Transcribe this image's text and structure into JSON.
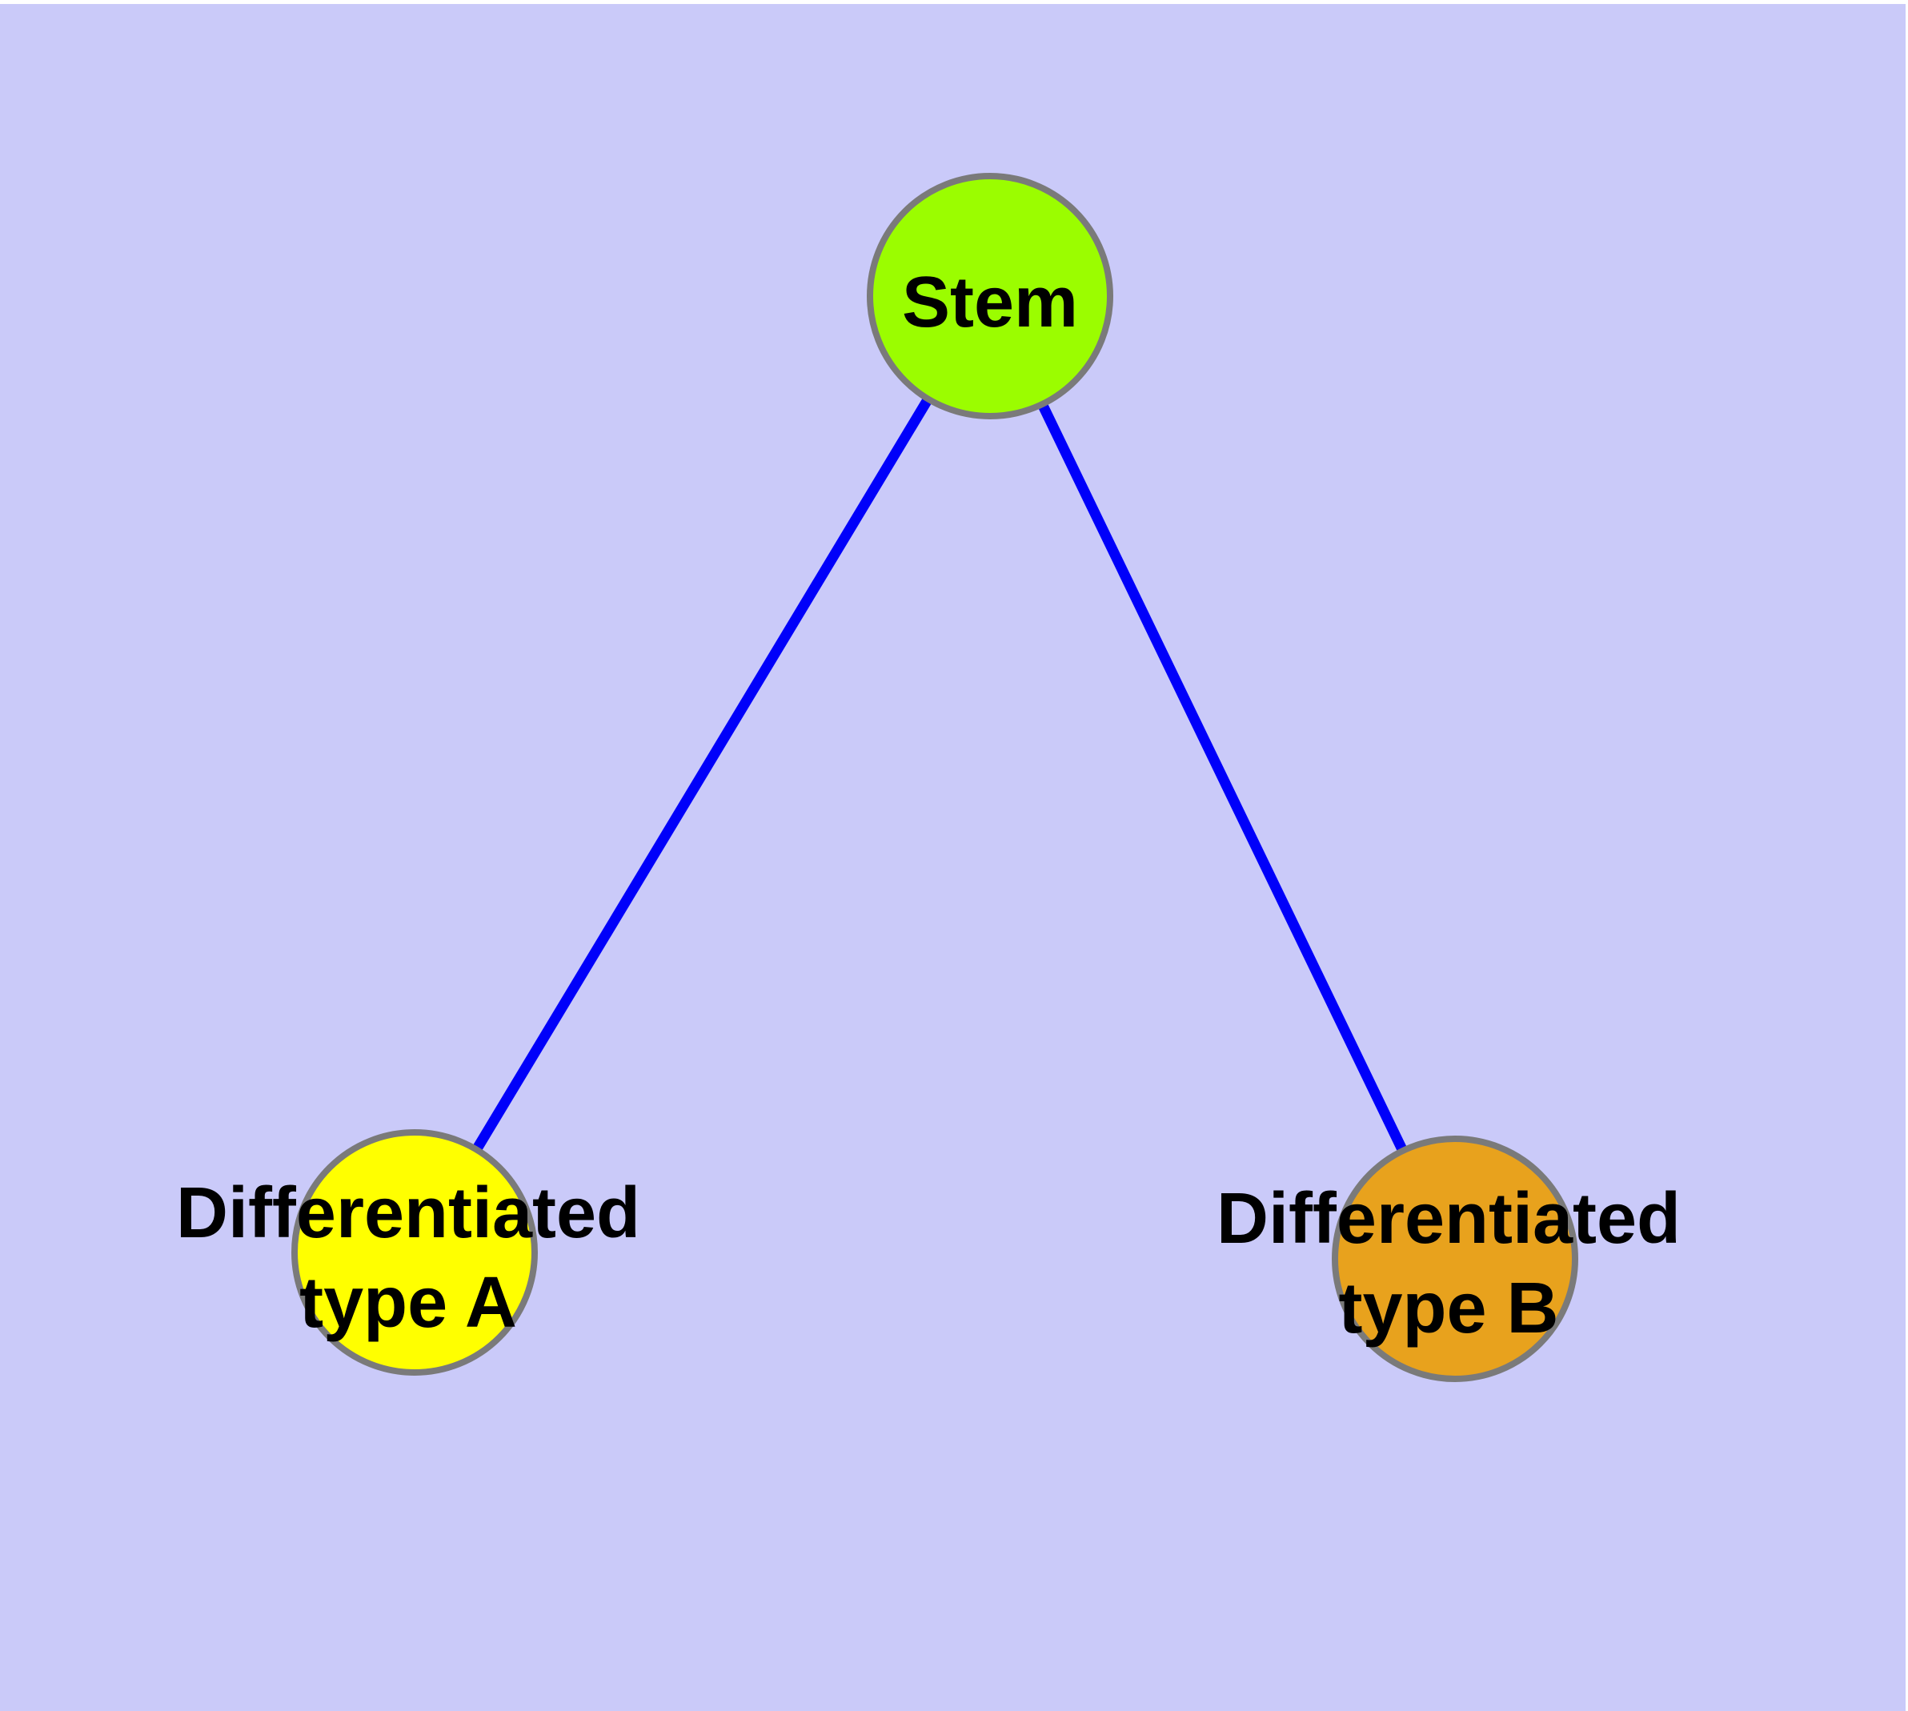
{
  "diagram": {
    "background_color": "#CACAF9",
    "edge_color": "#0000FA",
    "node_border_color": "#7A7A7A",
    "label_color": "#000000",
    "nodes": [
      {
        "id": "stem",
        "label": "Stem",
        "lines": [
          "Stem"
        ],
        "fill": "#9BFD00"
      },
      {
        "id": "differentiated-type-a",
        "label": "Differentiated type A",
        "lines": [
          "Differentiated",
          "type A"
        ],
        "fill": "#FFFF00"
      },
      {
        "id": "differentiated-type-b",
        "label": "Differentiated type B",
        "lines": [
          "Differentiated",
          "type B"
        ],
        "fill": "#E8A21D"
      }
    ],
    "edges": [
      {
        "source": "stem",
        "target": "differentiated-type-a"
      },
      {
        "source": "stem",
        "target": "differentiated-type-b"
      }
    ]
  }
}
